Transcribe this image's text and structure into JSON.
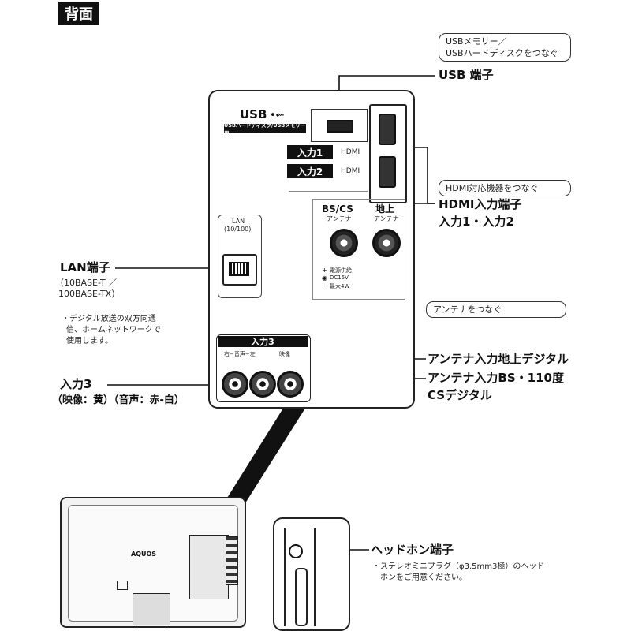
{
  "header": {
    "title": "背面"
  },
  "callouts": {
    "usb_note_line1": "USBメモリー／",
    "usb_note_line2": "USBハードディスクをつなぐ",
    "usb_terminal": "USB 端子",
    "hdmi_note": "HDMI対応機器をつなぐ",
    "hdmi_terminal_line1": "HDMI入力端子",
    "hdmi_terminal_line2": "入力1・入力2",
    "antenna_note": "アンテナをつなぐ",
    "antenna_terrestrial": "アンテナ入力地上デジタル",
    "antenna_bs_line1": "アンテナ入力BS・110度",
    "antenna_bs_line2": "CSデジタル",
    "lan_terminal": "LAN端子",
    "lan_spec_line1": "（10BASE-T ／",
    "lan_spec_line2": "100BASE-TX）",
    "lan_desc_line1": "・デジタル放送の双方向通",
    "lan_desc_line2": "信、ホームネットワークで",
    "lan_desc_line3": "使用します。",
    "input3_label": "入力3",
    "input3_desc": "（映像：黄）（音声：赤-白）",
    "headphone_terminal": "ヘッドホン端子",
    "headphone_desc_line1": "・ステレオミニプラグ（φ3.5mm3極）のヘッド",
    "headphone_desc_line2": "ホンをご用意ください。"
  },
  "panel": {
    "usb_label": "USB",
    "usb_sub": "USBハードディスク/USBメモリー用",
    "input1": "入力1",
    "input2": "入力2",
    "hdmi1": "HDMI",
    "hdmi2": "HDMI",
    "lan_label_line1": "LAN",
    "lan_label_line2": "(10/100)",
    "bscs_label": "BS/CS",
    "bscs_sub": "アンテナ",
    "terrestrial_label": "地上",
    "terrestrial_sub": "アンテナ",
    "power_line1": "電源供給",
    "power_line2": "DC15V",
    "power_line3": "最大4W",
    "input3_title": "入力3",
    "input3_audio": "右−音声−左",
    "input3_video": "映像"
  },
  "tv": {
    "brand": "AQUOS"
  }
}
